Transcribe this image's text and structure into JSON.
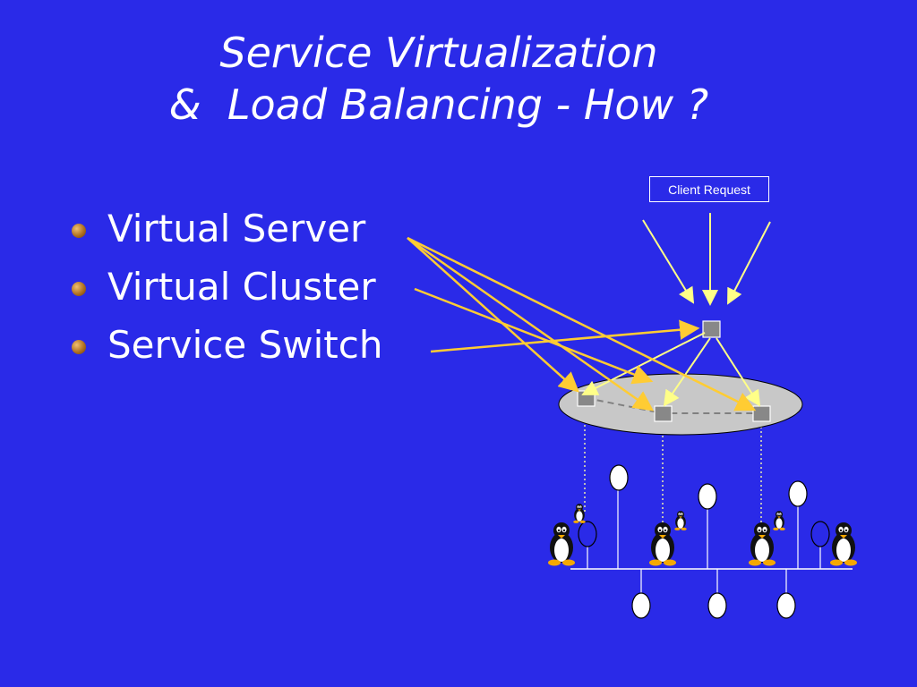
{
  "slide": {
    "title_line1": "Service Virtualization",
    "title_line2": "&  Load Balancing - How ?",
    "bullets": [
      "Virtual Server",
      "Virtual Cluster",
      "Service Switch"
    ]
  },
  "diagram": {
    "client_request_label": "Client Request",
    "colors": {
      "background": "#2a2ae8",
      "arrow_yellow": "#ffcc33",
      "arrow_pale_yellow": "#ffff88",
      "cluster_ellipse": "#c8c8c8",
      "node_square": "#888888"
    },
    "icons": [
      "penguin-icon",
      "balloon-node-icon",
      "switch-node-icon"
    ]
  }
}
